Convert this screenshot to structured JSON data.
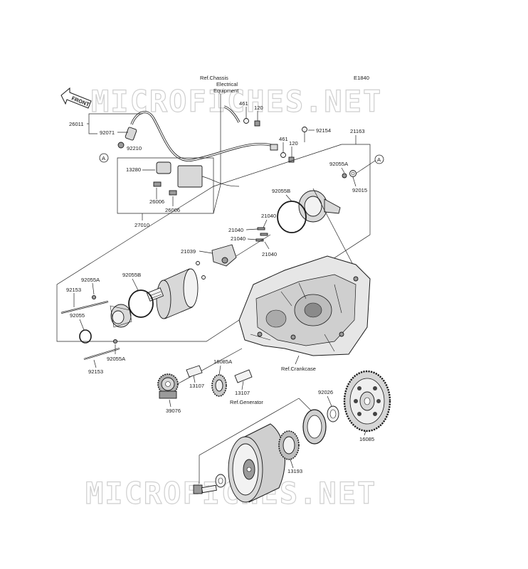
{
  "diagram": {
    "code": "E1840",
    "watermark_top": "MICROFICHES.NET",
    "watermark_bottom": "MICROFICHES.NET",
    "front_arrow": "FRONT",
    "circle_ref": "A",
    "refs": {
      "chassis_1": "Ref.Chassis",
      "chassis_2": "Electrical",
      "chassis_3": "Equipment",
      "crankcase": "Ref.Crankcase",
      "generator": "Ref.Generator"
    },
    "labels": {
      "p26011": "26011",
      "p92071": "92071",
      "p92210": "92210",
      "p461a": "461",
      "p120a": "120",
      "p461b": "461",
      "p120b": "120",
      "p92154": "92154",
      "p21163": "21163",
      "p13280": "13280",
      "p26006a": "26006",
      "p26006b": "26006",
      "p27010": "27010",
      "p92055A_top": "92055A",
      "p92015": "92015",
      "p92055B_top": "92055B",
      "p21040a": "21040",
      "p21040b": "21040",
      "p21040c": "21040",
      "p21040d": "21040",
      "p21039": "21039",
      "p92055A_l1": "92055A",
      "p92055B_l": "92055B",
      "p92153a": "92153",
      "p92055": "92055",
      "p92055A_l2": "92055A",
      "p92153b": "92153",
      "p13107a": "13107",
      "p16085A": "16085A",
      "p13107b": "13107",
      "p39076": "39076",
      "p92026": "92026",
      "p16085": "16085",
      "p13193": "13193"
    }
  }
}
